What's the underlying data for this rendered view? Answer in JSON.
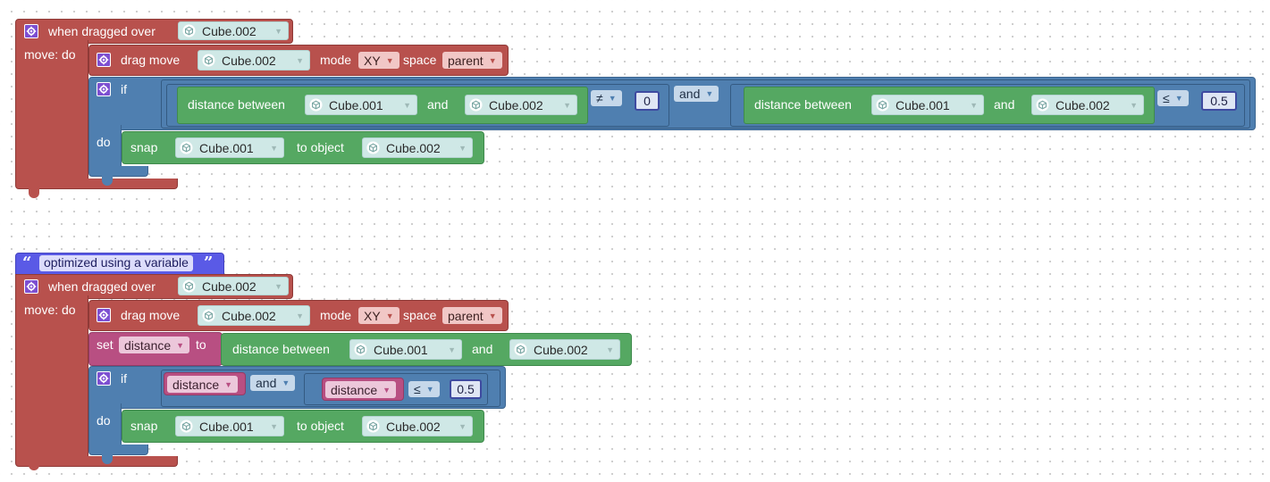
{
  "colors": {
    "event": "#b8514d",
    "control": "#4f7fb0",
    "object": "#55a862",
    "variable": "#b84f82",
    "comment": "#5a5ae6",
    "gear": "#7d4fd1"
  },
  "program1": {
    "event": {
      "label": "when dragged over",
      "object": "Cube.002",
      "do_label": "move: do"
    },
    "drag_move": {
      "label": "drag move",
      "object": "Cube.002",
      "mode_label": "mode",
      "mode_value": "XY",
      "space_label": "space",
      "space_value": "parent"
    },
    "if_block": {
      "if_label": "if",
      "do_label": "do",
      "cond1": {
        "label": "distance between",
        "obj_a": "Cube.001",
        "and_label": "and",
        "obj_b": "Cube.002",
        "op": "≠",
        "value": "0"
      },
      "logic_op": "and",
      "cond2": {
        "label": "distance between",
        "obj_a": "Cube.001",
        "and_label": "and",
        "obj_b": "Cube.002",
        "op": "≤",
        "value": "0.5"
      },
      "snap": {
        "label": "snap",
        "obj_a": "Cube.001",
        "to_label": "to object",
        "obj_b": "Cube.002"
      }
    }
  },
  "program2": {
    "comment": "optimized using a variable",
    "event": {
      "label": "when dragged over",
      "object": "Cube.002",
      "do_label": "move: do"
    },
    "drag_move": {
      "label": "drag move",
      "object": "Cube.002",
      "mode_label": "mode",
      "mode_value": "XY",
      "space_label": "space",
      "space_value": "parent"
    },
    "set_var": {
      "set_label": "set",
      "var_name": "distance",
      "to_label": "to",
      "expr_label": "distance between",
      "obj_a": "Cube.001",
      "and_label": "and",
      "obj_b": "Cube.002"
    },
    "if_block": {
      "if_label": "if",
      "do_label": "do",
      "var_a": "distance",
      "logic_op": "and",
      "var_b": "distance",
      "op": "≤",
      "value": "0.5",
      "snap": {
        "label": "snap",
        "obj_a": "Cube.001",
        "to_label": "to object",
        "obj_b": "Cube.002"
      }
    }
  }
}
